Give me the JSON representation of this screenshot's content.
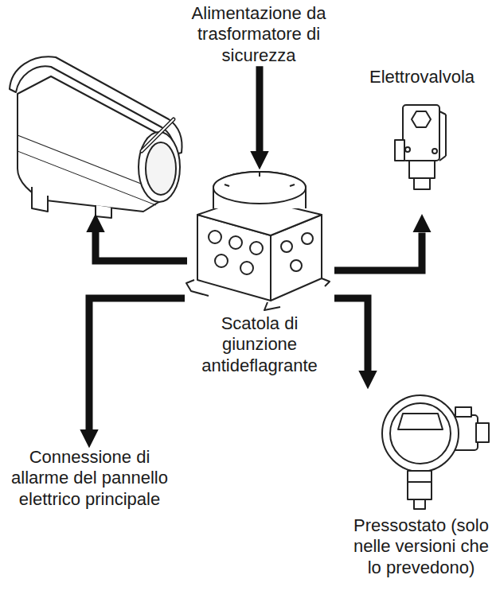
{
  "diagram": {
    "nodes": [
      {
        "text": [
          "Alimentazione da trasformatore di sicurezza"
        ]
      },
      {
        "text": [
          "Elettrovalvola"
        ]
      },
      {
        "text": [
          "Scatola di giunzione antideflagrante"
        ]
      },
      {
        "text": [
          "Connessione di allarme del pannello elettrico principale"
        ]
      },
      {
        "text": [
          "Pressostato (solo nelle versioni che lo prevedono)"
        ]
      }
    ],
    "edges": [
      {
        "from": 0,
        "to": 2,
        "arrow": "to"
      },
      {
        "from": 2,
        "to": 1,
        "arrow": "to"
      },
      {
        "from": 2,
        "to": 3,
        "arrow": "to"
      },
      {
        "from": 2,
        "to": 4,
        "arrow": "to"
      }
    ]
  }
}
